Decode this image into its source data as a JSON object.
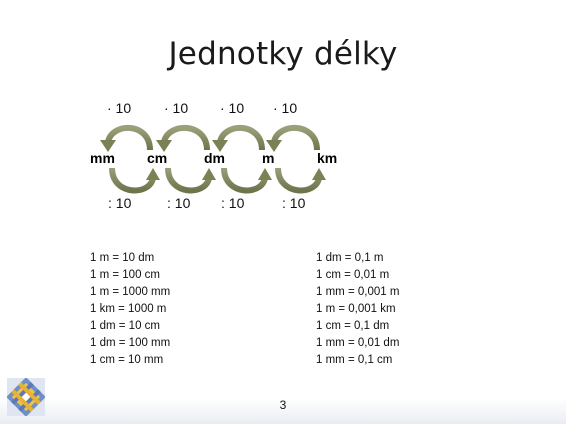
{
  "slide": {
    "title": "Jednotky délky",
    "page_number": "3"
  },
  "diagram": {
    "multiply_labels": [
      "· 10",
      "· 10",
      "· 10",
      "· 10"
    ],
    "divide_labels": [
      ": 10",
      ": 10",
      ": 10",
      ": 10"
    ],
    "units": [
      "mm",
      "cm",
      "dm",
      "m",
      "km"
    ],
    "arrow_color": "#8a8f64"
  },
  "conversions": {
    "left": [
      "1 m = 10 dm",
      "1 m = 100 cm",
      "1 m = 1000 mm",
      "1 km = 1000 m",
      "1 dm = 10 cm",
      "1 dm = 100 mm",
      "1 cm = 10 mm"
    ],
    "right": [
      "1 dm = 0,1 m",
      "1 cm = 0,01 m",
      "1 mm = 0,001 m",
      "1 m = 0,001 km",
      "1 cm = 0,1 dm",
      "1 mm = 0,01 dm",
      "1 mm = 0,1 cm"
    ]
  }
}
